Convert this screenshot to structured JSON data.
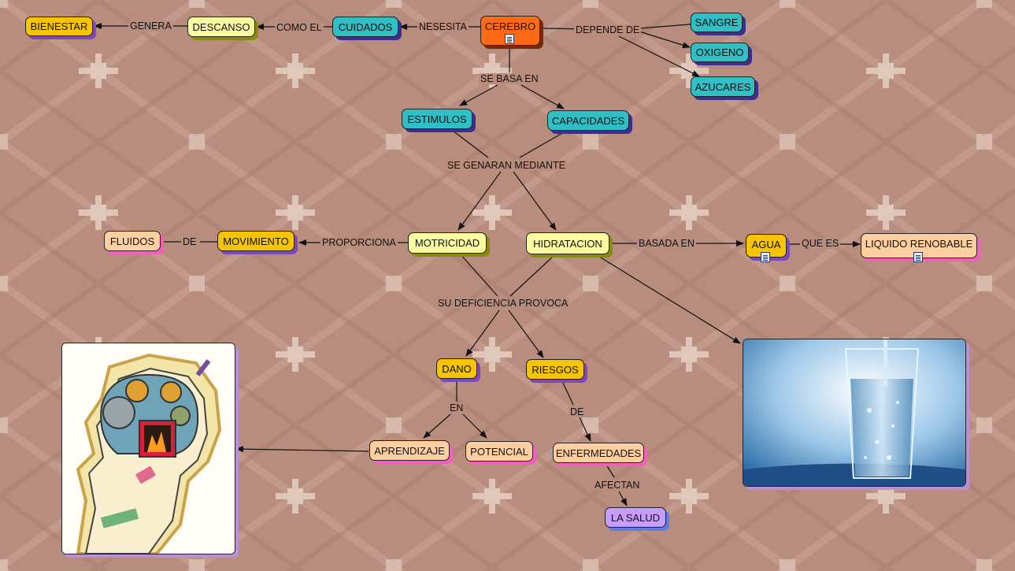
{
  "nodes": {
    "bienestar": "BIENESTAR",
    "descanso": "DESCANSO",
    "cuidados": "CUIDADOS",
    "cerebro": "CEREBRO",
    "sangre": "SANGRE",
    "oxigeno": "OXIGENO",
    "azucares": "AZUCARES",
    "estimulos": "ESTIMULOS",
    "capacidades": "CAPACIDADES",
    "fluidos": "FLUIDOS",
    "movimiento": "MOVIMIENTO",
    "motricidad": "MOTRICIDAD",
    "hidratacion": "HIDRATACION",
    "agua": "AGUA",
    "liquido": "LIQUIDO RENOBABLE",
    "dano": "DANO",
    "riesgos": "RIESGOS",
    "aprendizaje": "APRENDIZAJE",
    "potencial": "POTENCIAL",
    "enfermedades": "ENFERMEDADES",
    "salud": "LA SALUD"
  },
  "links": {
    "genera": "GENERA",
    "como_el": "COMO EL",
    "nesesita": "NESESITA",
    "depende_de": "DEPENDE DE",
    "se_basa_en": "SE BASA EN",
    "se_generan": "SE GENARAN MEDIANTE",
    "de1": "DE",
    "proporciona": "PROPORCIONA",
    "basada_en": "BASADA EN",
    "que_es": "QUE ES",
    "deficiencia": "SU DEFICIENCIA PROVOCA",
    "en": "EN",
    "de2": "DE",
    "afectan": "AFECTAN"
  },
  "images": {
    "brain": "brain-gears-illustration",
    "water": "glass-of-water-photo"
  },
  "colors": {
    "background": "#b88d7d",
    "teal": "#2fbfc4",
    "yellow": "#fbfb9f",
    "gold": "#f7c400",
    "orange": "#ff6a14",
    "peach": "#ffcfa0",
    "purple": "#c79dfb"
  }
}
